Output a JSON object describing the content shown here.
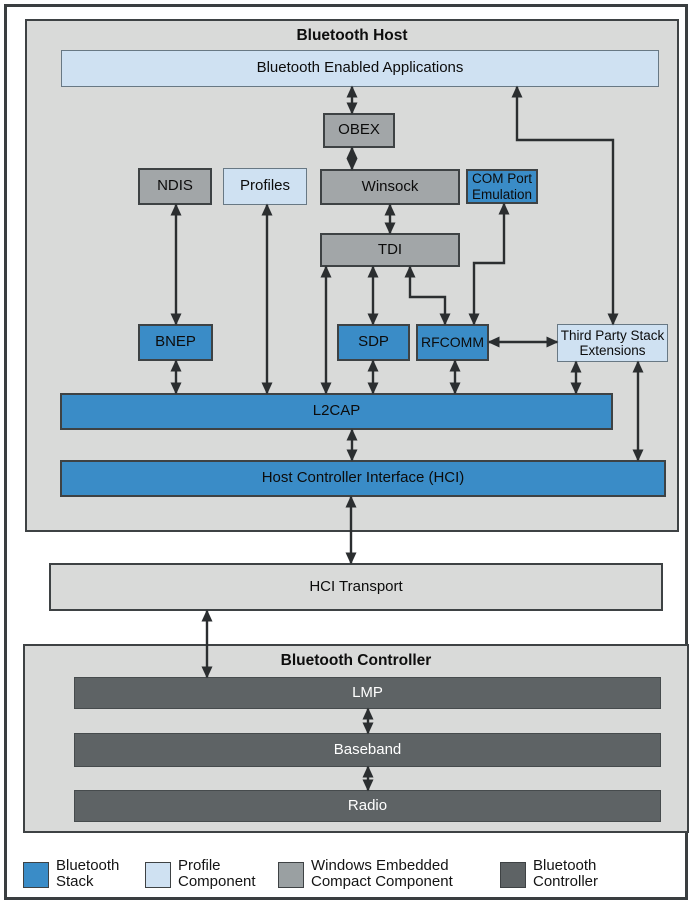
{
  "host": {
    "title": "Bluetooth Host"
  },
  "nodes": {
    "apps": "Bluetooth Enabled Applications",
    "obex": "OBEX",
    "ndis": "NDIS",
    "profiles": "Profiles",
    "winsock": "Winsock",
    "com_port_line1": "COM Port",
    "com_port_line2": "Emulation",
    "tdi": "TDI",
    "bnep": "BNEP",
    "sdp": "SDP",
    "rfcomm": "RFCOMM",
    "third_party_line1": "Third Party Stack",
    "third_party_line2": "Extensions",
    "l2cap": "L2CAP",
    "hci": "Host Controller Interface (HCI)",
    "hci_transport": "HCI Transport"
  },
  "controller": {
    "title": "Bluetooth Controller",
    "lmp": "LMP",
    "baseband": "Baseband",
    "radio": "Radio"
  },
  "legend": [
    {
      "line1": "Bluetooth",
      "line2": "Stack",
      "color": "#3a8cc7"
    },
    {
      "line1": "Profile",
      "line2": "Component",
      "color": "#cfe1f2"
    },
    {
      "line1": "Windows Embedded",
      "line2": "Compact Component",
      "color": "#9aa0a2"
    },
    {
      "line1": "Bluetooth",
      "line2": "Controller",
      "color": "#5e6365"
    }
  ],
  "colors": {
    "bluetooth_stack_blue": "#3a8cc7",
    "profile_component_lightblue": "#cfe1f2",
    "windows_component_gray": "#a2a6a8",
    "bluetooth_controller_darkgray": "#5e6365",
    "container_fill": "#d9dad9",
    "frame_border": "#3a3e40",
    "arrow": "#2b2e30"
  }
}
